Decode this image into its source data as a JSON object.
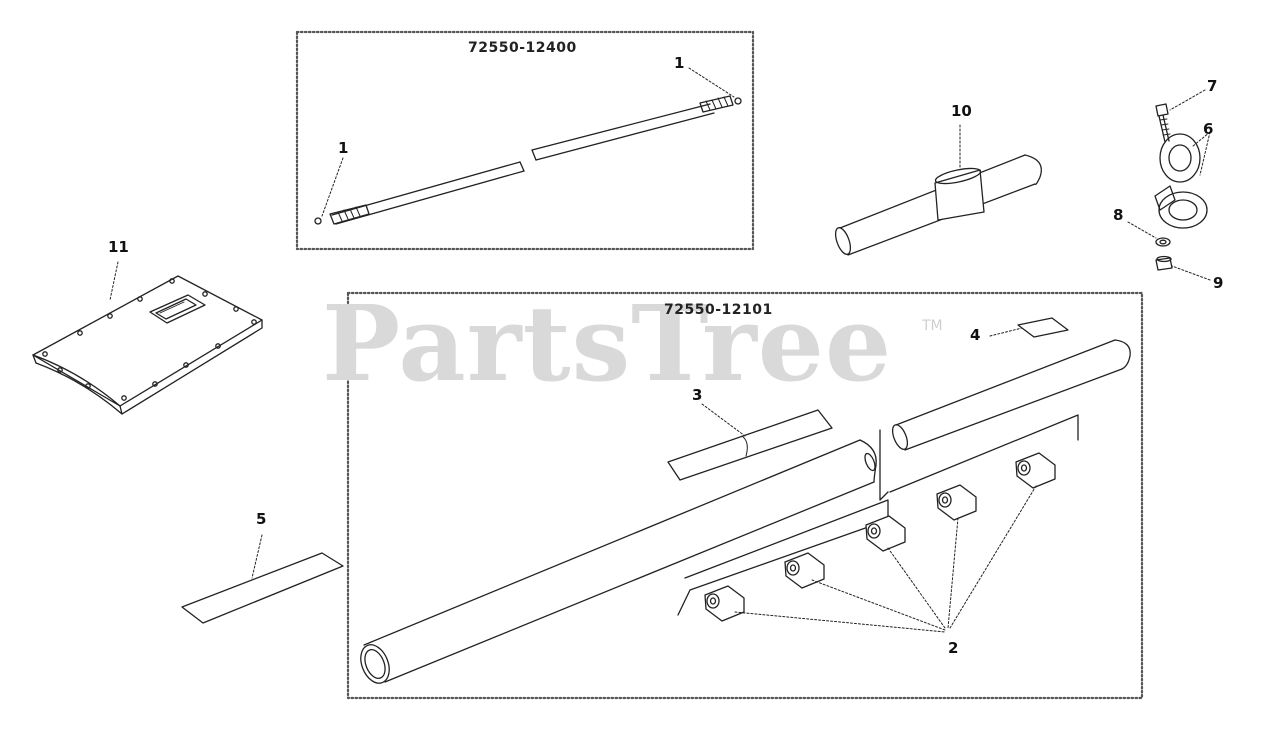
{
  "watermark": {
    "text": "PartsTree",
    "trademark": "TM"
  },
  "assemblies": {
    "upper": {
      "part_number": "72550-12400"
    },
    "lower": {
      "part_number": "72550-12101"
    }
  },
  "callouts": {
    "c1a": "1",
    "c1b": "1",
    "c2": "2",
    "c3": "3",
    "c4": "4",
    "c5": "5",
    "c6": "6",
    "c7": "7",
    "c8": "8",
    "c9": "9",
    "c10": "10",
    "c11": "11"
  },
  "colors": {
    "line": "#222222",
    "frame": "#444444",
    "watermark": "#d9d9d9"
  }
}
